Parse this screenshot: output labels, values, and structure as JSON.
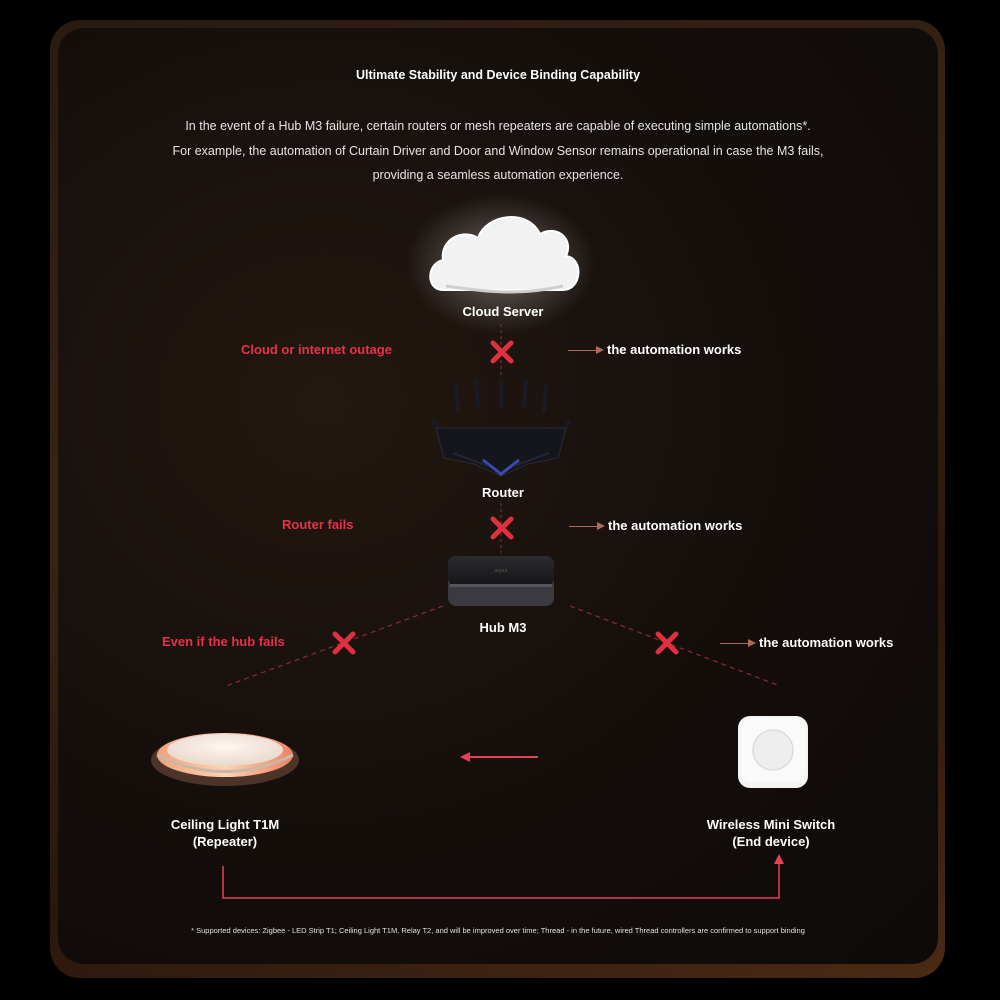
{
  "title": "Ultimate Stability and Device Binding Capability",
  "intro": [
    "In the event of a Hub M3 failure, certain routers or mesh repeaters are capable of executing simple automations*.",
    "For example, the automation of Curtain Driver and Door and Window Sensor remains operational in case the M3 fails,",
    "providing a seamless automation experience."
  ],
  "devices": {
    "cloud": "Cloud Server",
    "router": "Router",
    "hub": "Hub M3",
    "ceiling_light": [
      "Ceiling Light T1M",
      "(Repeater)"
    ],
    "switch": [
      "Wireless Mini Switch",
      "(End device)"
    ]
  },
  "failures": {
    "cloud": "Cloud or internet outage",
    "router": "Router fails",
    "hub": "Even if the hub fails"
  },
  "result": "the automation works",
  "footnote": "* Supported devices: Zigbee - LED Strip T1; Ceiling Light T1M, Relay T2, and will be improved over time; Thread - in the future, wired Thread controllers are confirmed to support binding",
  "colors": {
    "accent_red": "#e8304a",
    "text_white": "#ffffff",
    "connector": "#b06a5a"
  },
  "icons": [
    "cloud-icon",
    "router-icon",
    "hub-icon",
    "ceiling-light-icon",
    "mini-switch-icon",
    "cross-icon",
    "arrow-right-icon"
  ]
}
